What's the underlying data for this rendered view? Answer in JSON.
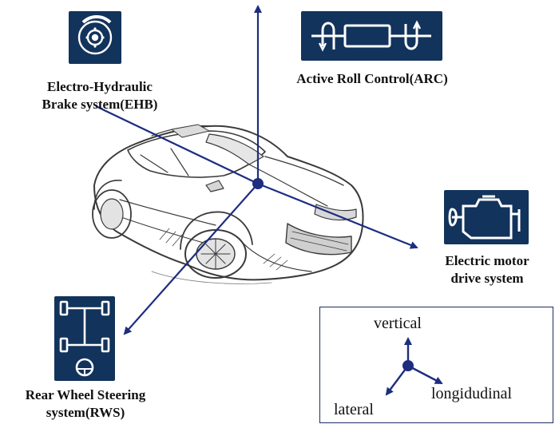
{
  "colors": {
    "arrow": "#1d2d80",
    "icon_bg": "#12335b",
    "icon_fg": "#ffffff",
    "sketch": "#333333"
  },
  "systems": [
    {
      "id": "ehb",
      "icon": "brake-disc-icon",
      "label_line1": "Electro-Hydraulic",
      "label_line2": "Brake system(EHB)"
    },
    {
      "id": "arc",
      "icon": "roll-control-icon",
      "label_line1": "Active Roll Control(ARC)"
    },
    {
      "id": "motor",
      "icon": "engine-motor-icon",
      "label_line1": "Electric motor",
      "label_line2": "drive system"
    },
    {
      "id": "rws",
      "icon": "steering-chassis-icon",
      "label_line1": "Rear Wheel Steering",
      "label_line2": "system(RWS)"
    }
  ],
  "legend": {
    "vertical": "vertical",
    "lateral": "lateral",
    "longitudinal": "longidudinal"
  }
}
